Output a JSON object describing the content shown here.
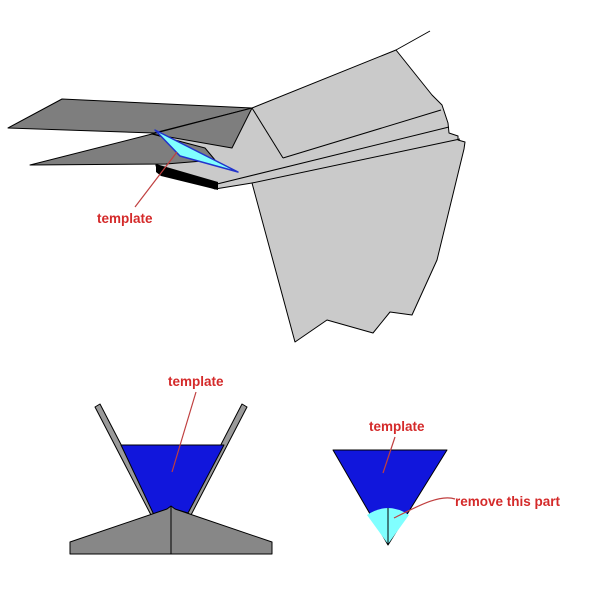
{
  "diagram": {
    "description": "paper airplane nose template instruction diagram",
    "labels": {
      "top_template": "template",
      "front_template": "template",
      "cutout_template": "template",
      "remove": "remove this part"
    },
    "colors": {
      "background": "#ffffff",
      "dark_gray": "#7e7e7e",
      "light_gray": "#cacaca",
      "strut_gray": "#9a9a9a",
      "base_gray": "#878787",
      "template_cyan": "#80ffff",
      "template_blue": "#1116dc",
      "cyan_outline": "#2233cc",
      "outline_black": "#000000",
      "label_red": "#d42a2a",
      "leader_red": "#c04040"
    }
  }
}
